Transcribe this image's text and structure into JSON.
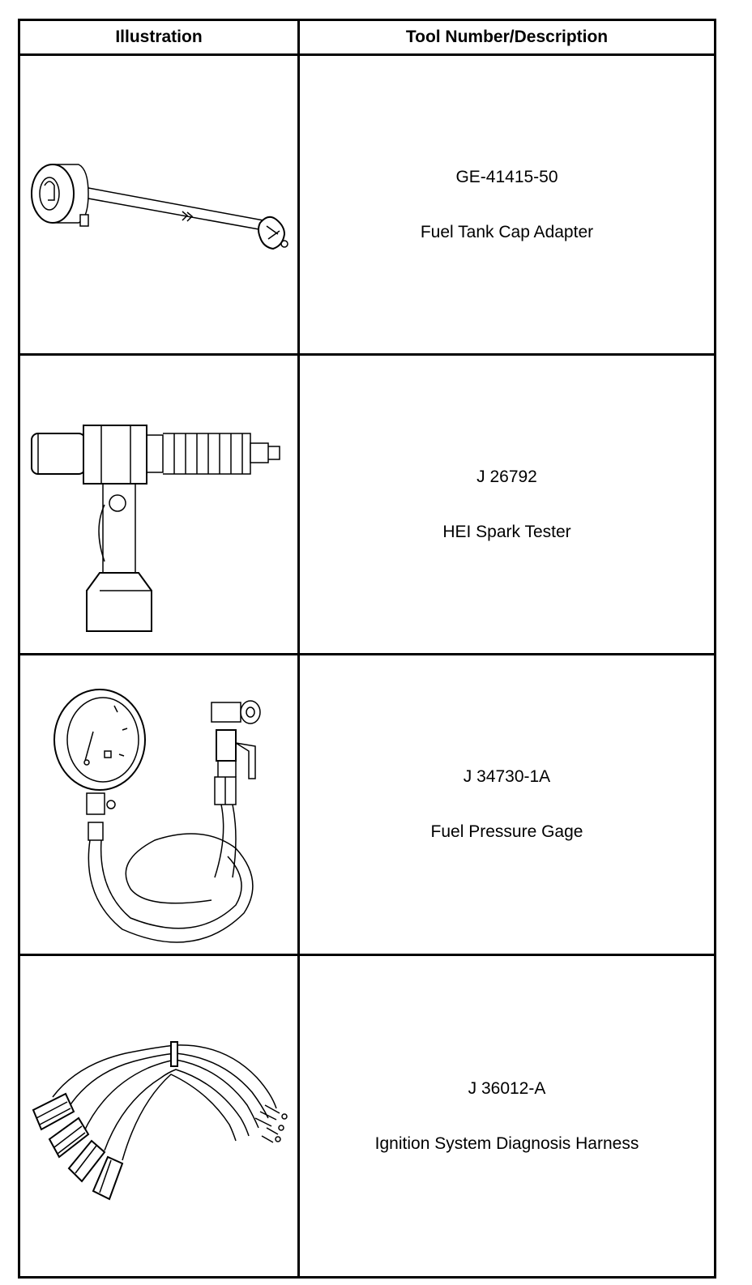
{
  "table": {
    "headers": {
      "illustration": "Illustration",
      "tool": "Tool Number/Description"
    },
    "rows": [
      {
        "number": "GE-41415-50",
        "description": "Fuel Tank Cap Adapter",
        "illustration_icon": "fuel-tank-cap-adapter-icon"
      },
      {
        "number": "J 26792",
        "description": "HEI Spark Tester",
        "illustration_icon": "spark-tester-icon"
      },
      {
        "number": "J 34730-1A",
        "description": "Fuel Pressure Gage",
        "illustration_icon": "fuel-pressure-gage-icon"
      },
      {
        "number": "J 36012-A",
        "description": "Ignition System Diagnosis Harness",
        "illustration_icon": "diagnosis-harness-icon"
      }
    ]
  }
}
